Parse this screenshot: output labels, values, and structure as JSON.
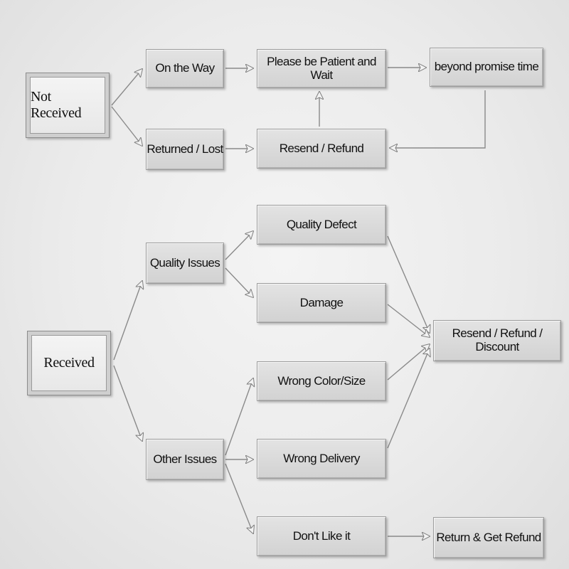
{
  "diagram": {
    "nodes": {
      "not_received": "Not Received",
      "received": "Received",
      "on_the_way": "On the Way",
      "please_wait": "Please be Patient and Wait",
      "beyond_promise": "beyond promise time",
      "returned_lost": "Returned / Lost",
      "resend_refund": "Resend / Refund",
      "quality_issues": "Quality Issues",
      "quality_defect": "Quality Defect",
      "damage": "Damage",
      "resend_refund_discount": "Resend / Refund / Discount",
      "wrong_color_size": "Wrong Color/Size",
      "other_issues": "Other Issues",
      "wrong_delivery": "Wrong Delivery",
      "dont_like": "Don't Like it",
      "return_get_refund": "Return & Get Refund"
    },
    "edges": [
      [
        "not_received",
        "on_the_way"
      ],
      [
        "not_received",
        "returned_lost"
      ],
      [
        "on_the_way",
        "please_wait"
      ],
      [
        "please_wait",
        "beyond_promise"
      ],
      [
        "beyond_promise",
        "resend_refund"
      ],
      [
        "returned_lost",
        "resend_refund"
      ],
      [
        "resend_refund",
        "please_wait"
      ],
      [
        "received",
        "quality_issues"
      ],
      [
        "received",
        "other_issues"
      ],
      [
        "quality_issues",
        "quality_defect"
      ],
      [
        "quality_issues",
        "damage"
      ],
      [
        "other_issues",
        "wrong_color_size"
      ],
      [
        "other_issues",
        "wrong_delivery"
      ],
      [
        "other_issues",
        "dont_like"
      ],
      [
        "quality_defect",
        "resend_refund_discount"
      ],
      [
        "damage",
        "resend_refund_discount"
      ],
      [
        "wrong_color_size",
        "resend_refund_discount"
      ],
      [
        "wrong_delivery",
        "resend_refund_discount"
      ],
      [
        "dont_like",
        "return_get_refund"
      ]
    ]
  }
}
